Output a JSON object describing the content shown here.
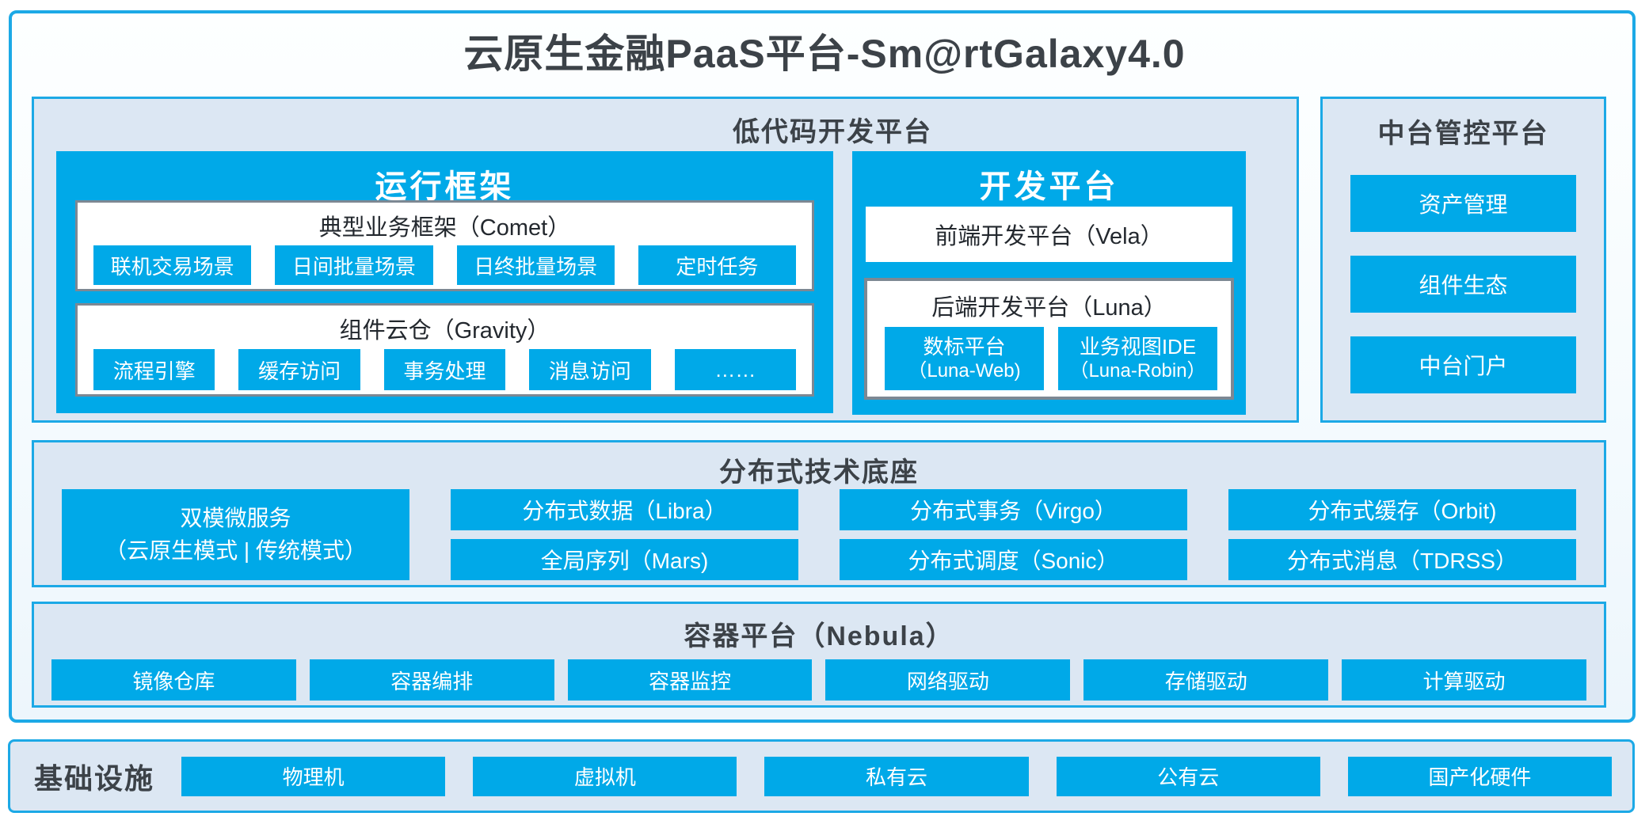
{
  "title": "云原生金融PaaS平台-Sm@rtGalaxy4.0",
  "colors": {
    "accent_blue": "#00a9e8",
    "border_blue": "#1ca9e6",
    "panel_bg": "#dce7f3",
    "box_border_gray": "#7d8893",
    "dark_text": "#3c4248"
  },
  "low_code": {
    "title": "低代码开发平台",
    "runtime": {
      "title": "运行框架",
      "comet": {
        "title": "典型业务框架（Comet）",
        "items": [
          "联机交易场景",
          "日间批量场景",
          "日终批量场景",
          "定时任务"
        ]
      },
      "gravity": {
        "title": "组件云仓（Gravity）",
        "items": [
          "流程引擎",
          "缓存访问",
          "事务处理",
          "消息访问",
          "……"
        ]
      }
    },
    "dev": {
      "title": "开发平台",
      "vela_label": "前端开发平台（Vela）",
      "luna": {
        "title": "后端开发平台（Luna）",
        "items": [
          {
            "line1": "数标平台",
            "line2": "（Luna-Web)"
          },
          {
            "line1": "业务视图IDE",
            "line2": "（Luna-Robin）"
          }
        ]
      }
    }
  },
  "mid_office": {
    "title": "中台管控平台",
    "items": [
      "资产管理",
      "组件生态",
      "中台门户"
    ]
  },
  "distributed": {
    "title": "分布式技术底座",
    "dual_mode": {
      "line1": "双模微服务",
      "line2": "（云原生模式 | 传统模式）"
    },
    "columns": [
      {
        "top": "分布式数据（Libra）",
        "bottom": "全局序列（Mars)"
      },
      {
        "top": "分布式事务（Virgo）",
        "bottom": "分布式调度（Sonic）"
      },
      {
        "top": "分布式缓存（Orbit)",
        "bottom": "分布式消息（TDRSS）"
      }
    ]
  },
  "container": {
    "title": "容器平台（Nebula）",
    "items": [
      "镜像仓库",
      "容器编排",
      "容器监控",
      "网络驱动",
      "存储驱动",
      "计算驱动"
    ]
  },
  "infrastructure": {
    "title": "基础设施",
    "items": [
      "物理机",
      "虚拟机",
      "私有云",
      "公有云",
      "国产化硬件"
    ]
  }
}
